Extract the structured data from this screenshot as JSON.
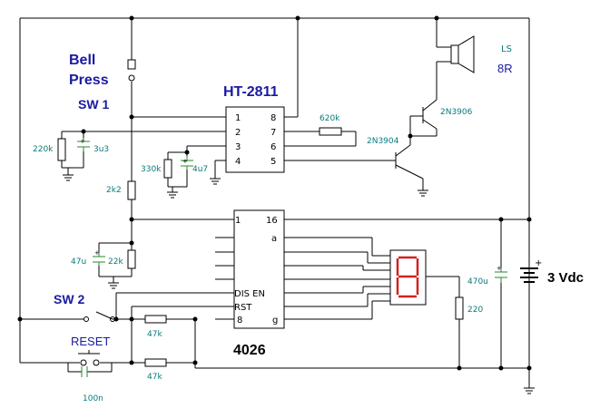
{
  "labels": {
    "bell": "Bell",
    "press": "Press",
    "sw1": "SW 1",
    "sw2": "SW 2",
    "reset": "RESET",
    "ic1": "HT-2811",
    "ic2": "4026",
    "ls": "LS",
    "ls_ohm": "8R",
    "supply": "3 Vdc",
    "plus": "+"
  },
  "components": {
    "r_220k": "220k",
    "c_3u3": "3u3",
    "r_330k": "330k",
    "c_4u7": "4u7",
    "r_2k2": "2k2",
    "c_47u": "47u",
    "r_22k": "22k",
    "r_620k": "620k",
    "q1": "2N3904",
    "q2": "2N3906",
    "c_470u": "470u",
    "r_220": "220",
    "r_47k_a": "47k",
    "r_47k_b": "47k",
    "c_100n": "100n"
  },
  "ht2811_pins": {
    "p1": "1",
    "p2": "2",
    "p3": "3",
    "p4": "4",
    "p5": "5",
    "p6": "6",
    "p7": "7",
    "p8": "8"
  },
  "cd4026_pins": {
    "p1": "1",
    "p16": "16",
    "pa": "a",
    "pdis": "DIS EN",
    "prst": "RST",
    "p8": "8",
    "pg": "g"
  },
  "colors": {
    "title": "#1a1aa0",
    "component_value": "#0a7a7a",
    "display_segment": "#d42020",
    "capacitor": "#2a8a2a",
    "wire": "#000000"
  }
}
